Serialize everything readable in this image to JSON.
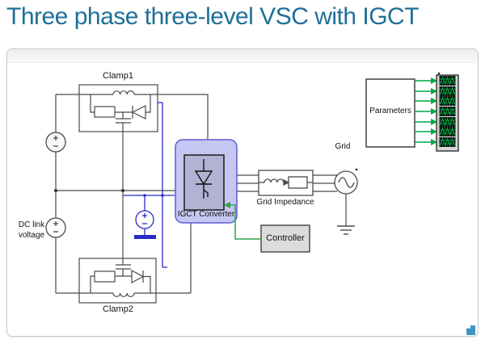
{
  "page": {
    "title": "Three phase three-level VSC with IGCT"
  },
  "colors": {
    "title_text": "#1f6f99",
    "wire": "#4a4a4a",
    "blue_wire": "#2929c8",
    "green_signal_wire": "#2fa44d",
    "green_arrow": "#00a844",
    "igct_fill": "#c6c6f2",
    "igct_border": "#5b5bd6",
    "igct_inner_fill": "#b2b2d4",
    "controller_fill": "#dcdcdc",
    "scope_fill": "#d6d6d6",
    "display_bg": "#000000",
    "display_trace": "#00b44a"
  },
  "diagram": {
    "blocks": {
      "clamp1": {
        "label": "Clamp1"
      },
      "clamp2": {
        "label": "Clamp2"
      },
      "igct_converter": {
        "label": "IGCT Converter"
      },
      "grid_impedance": {
        "label": "Grid Impedance"
      },
      "grid": {
        "label": "Grid"
      },
      "controller": {
        "label": "Controller"
      },
      "parameters": {
        "label": "Parameters"
      },
      "dc_link_source": {
        "label_line1": "DC link",
        "label_line2": "voltage"
      }
    },
    "scope": {
      "channels": 7
    },
    "footer": {
      "open_model_icon": "open-model"
    }
  }
}
